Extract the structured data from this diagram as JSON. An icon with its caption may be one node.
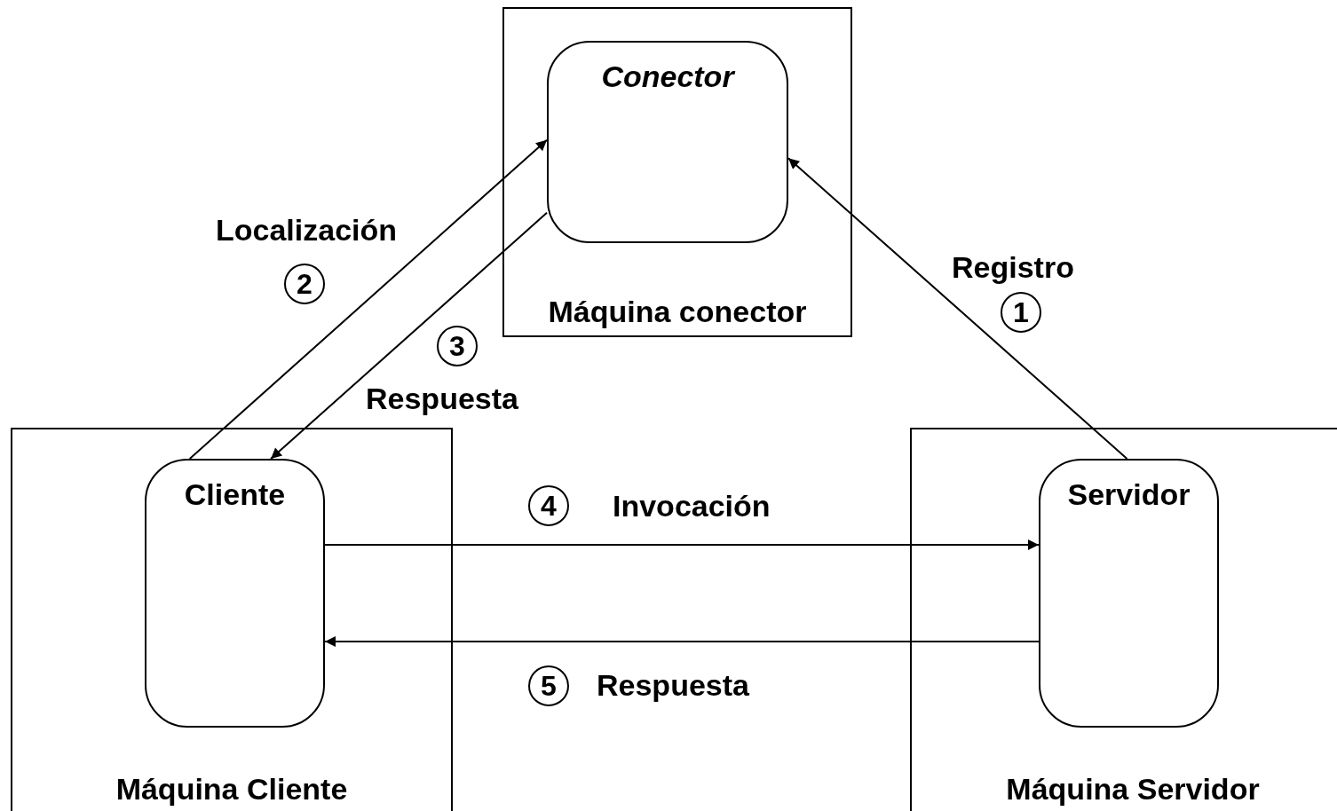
{
  "diagram": {
    "nodes": [
      {
        "text": [
          "Máquina conector"
        ]
      },
      {
        "text": [
          "Conector"
        ],
        "in": 0
      },
      {
        "text": [
          "Máquina Cliente"
        ]
      },
      {
        "text": [
          "Cliente"
        ],
        "in": 2
      },
      {
        "text": [
          "Máquina Servidor"
        ]
      },
      {
        "text": [
          "Servidor"
        ],
        "in": 4
      }
    ],
    "edges": [
      {
        "from": 5,
        "to": 1,
        "arrow": "to",
        "label": "Registro"
      },
      {
        "from": 3,
        "to": 1,
        "arrow": "to",
        "label": "Localización"
      },
      {
        "from": 1,
        "to": 3,
        "arrow": "to",
        "label": "Respuesta"
      },
      {
        "from": 3,
        "to": 5,
        "arrow": "to",
        "label": "Invocación"
      },
      {
        "from": 5,
        "to": 3,
        "arrow": "to",
        "label": "Respuesta"
      }
    ],
    "labels": [
      "2",
      "1",
      "3",
      "4",
      "5"
    ]
  }
}
